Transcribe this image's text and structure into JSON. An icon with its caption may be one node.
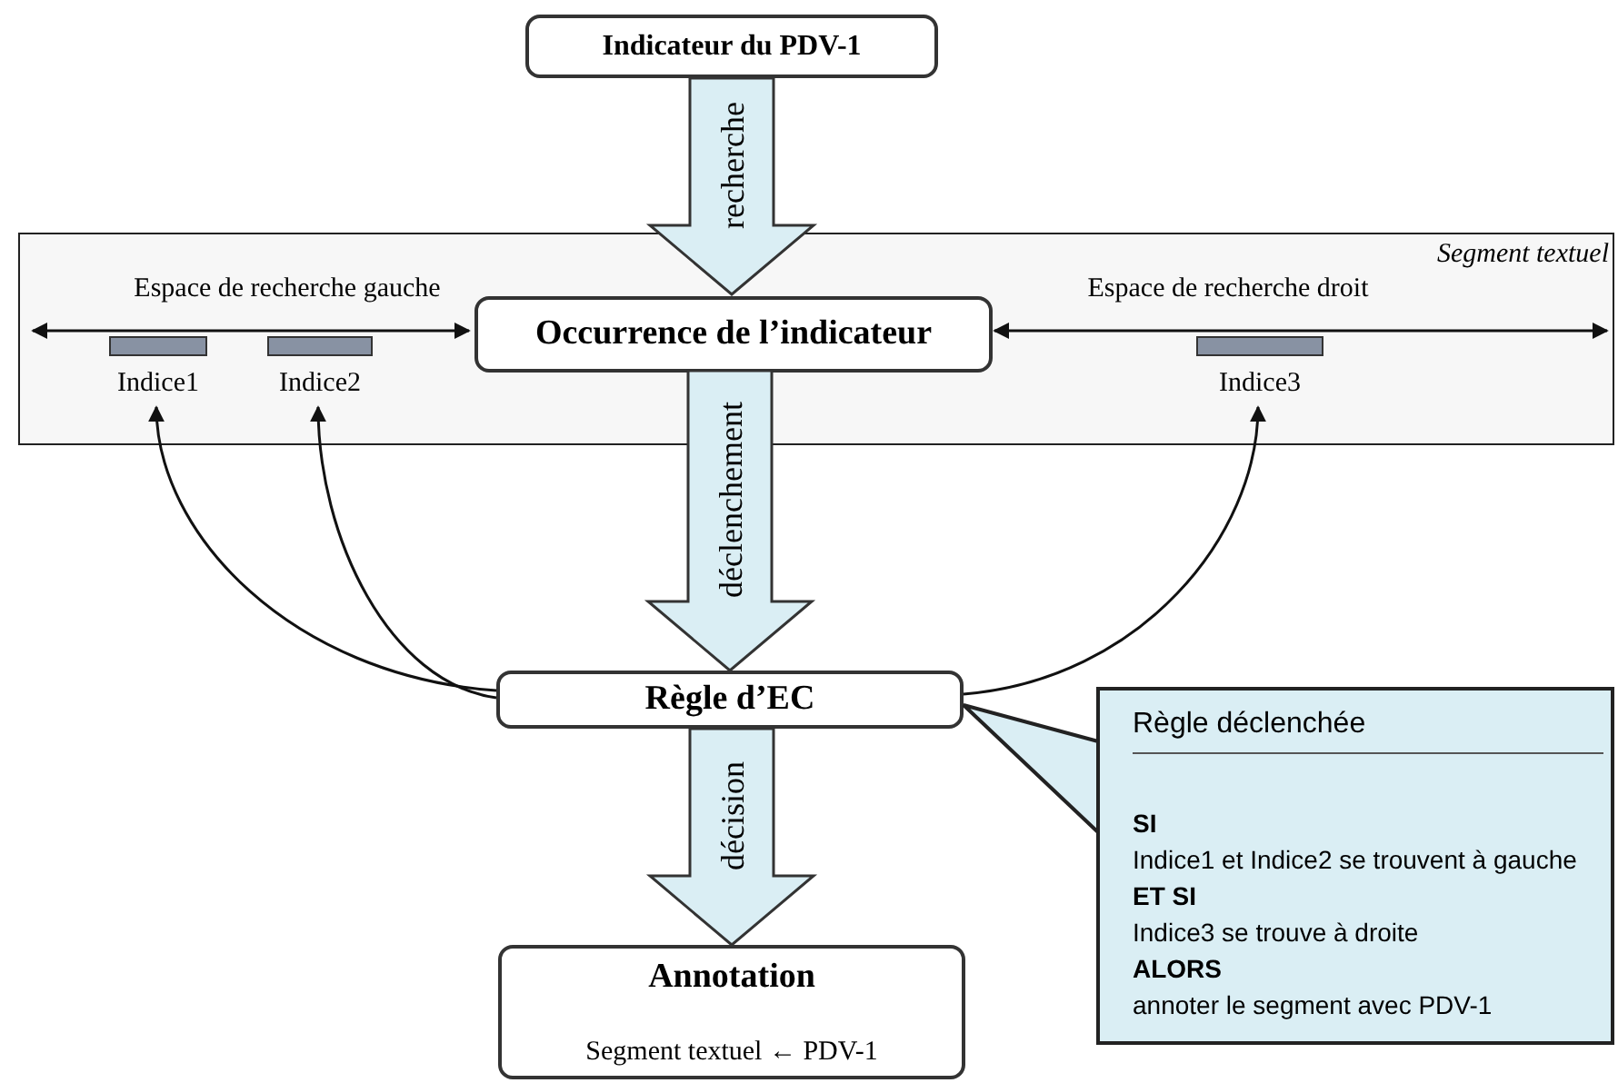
{
  "diagram": {
    "nodes": [
      {
        "text": [
          "Indicateur du PDV-1"
        ]
      },
      {
        "text": [
          "Segment textuel"
        ]
      },
      {
        "text": [
          "Occurrence de l’indicateur"
        ],
        "in": 1
      },
      {
        "text": [
          "Indice1"
        ],
        "in": 1
      },
      {
        "text": [
          "Indice2"
        ],
        "in": 1
      },
      {
        "text": [
          "Indice3"
        ],
        "in": 1
      },
      {
        "text": [
          "Règle d’EC"
        ]
      },
      {
        "text": [
          "Annotation",
          "Segment textuel ← PDV-1"
        ]
      },
      {
        "text": [
          "Règle déclenchée",
          "SI",
          "Indice1 et Indice2 se trouvent à gauche",
          "ET SI",
          "Indice3 se trouve à droite",
          "ALORS",
          "annoter le segment avec PDV-1"
        ]
      }
    ],
    "edges": [
      {
        "from": 0,
        "to": 2,
        "arrow": "to",
        "label": "recherche"
      },
      {
        "from": 2,
        "to": 6,
        "arrow": "to",
        "label": "déclenchement"
      },
      {
        "from": 6,
        "to": 7,
        "arrow": "to",
        "label": "décision"
      },
      {
        "from": 6,
        "to": 3,
        "arrow": "to"
      },
      {
        "from": 6,
        "to": 4,
        "arrow": "to"
      },
      {
        "from": 6,
        "to": 5,
        "arrow": "to"
      },
      {
        "from": null,
        "to": 2,
        "arrow": "both",
        "label": "Espace de recherche gauche"
      },
      {
        "from": 2,
        "to": null,
        "arrow": "both",
        "label": "Espace de recherche droit"
      },
      {
        "from": 8,
        "to": 6,
        "arrow": "to"
      }
    ]
  }
}
